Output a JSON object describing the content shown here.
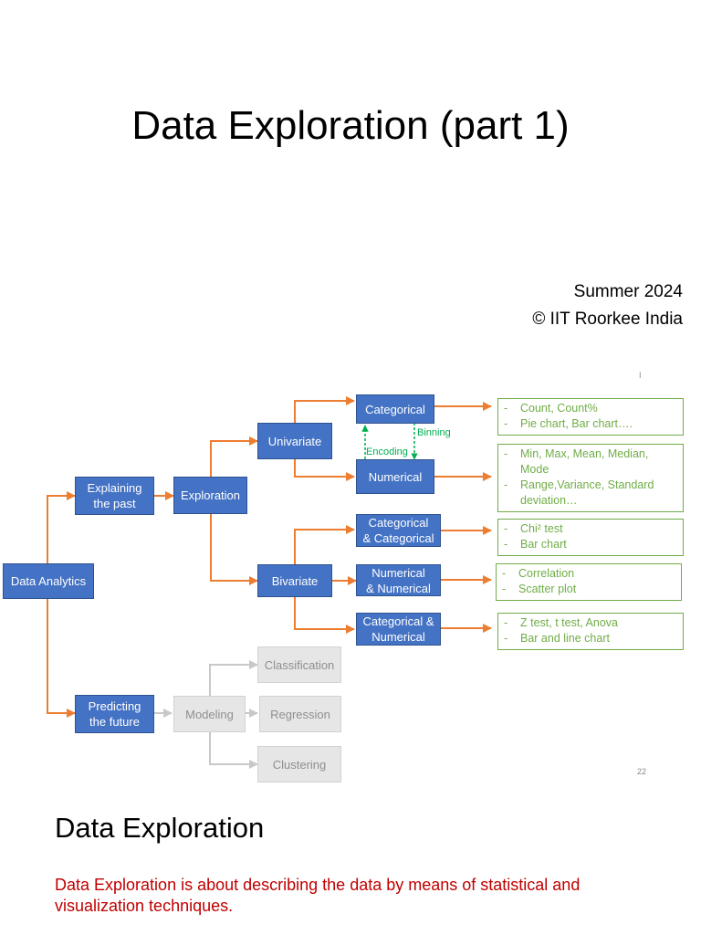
{
  "slide": {
    "title": "Data Exploration (part 1)",
    "subtitle_line1": "Summer 2024",
    "subtitle_line2": "© IIT Roorkee India",
    "small_mark": "I",
    "page_number": "22"
  },
  "diagram": {
    "nodes": {
      "data_analytics": "Data Analytics",
      "explaining": "Explaining\nthe past",
      "predicting": "Predicting\nthe future",
      "exploration": "Exploration",
      "modeling": "Modeling",
      "univariate": "Univariate",
      "bivariate": "Bivariate",
      "categorical": "Categorical",
      "numerical": "Numerical",
      "cat_cat": "Categorical\n& Categorical",
      "num_num": "Numerical\n& Numerical",
      "cat_num": "Categorical &\nNumerical",
      "classification": "Classification",
      "regression": "Regression",
      "clustering": "Clustering"
    },
    "edge_labels": {
      "binning": "Binning",
      "encoding": "Encoding"
    },
    "outputs": {
      "categorical": [
        "Count, Count%",
        "Pie chart, Bar chart…."
      ],
      "numerical": [
        "Min, Max, Mean, Median,\nMode",
        "Range,Variance, Standard\ndeviation…"
      ],
      "cat_cat": [
        "Chi² test",
        "Bar chart"
      ],
      "num_num": [
        "Correlation",
        "Scatter plot"
      ],
      "cat_num": [
        "Z test, t test, Anova",
        "Bar and line chart"
      ]
    },
    "colors": {
      "node": "#4472c4",
      "arrow": "#ed7d31",
      "output": "#70ad47",
      "link": "#00b050",
      "inactive": "#e6e6e6"
    }
  },
  "section": {
    "heading": "Data Exploration",
    "text": "Data Exploration is about describing the data by means of statistical and visualization techniques."
  }
}
